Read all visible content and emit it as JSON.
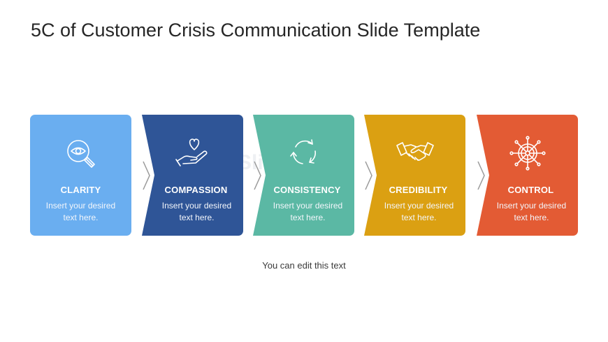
{
  "title": "5C of Customer Crisis Communication Slide Template",
  "watermark": "SlideModel",
  "cards": [
    {
      "label": "CLARITY",
      "desc": "Insert your desired text here.",
      "icon": "magnifier-eye-icon",
      "color": "#6aaef0"
    },
    {
      "label": "COMPASSION",
      "desc": "Insert your desired text here.",
      "icon": "heart-in-hand-icon",
      "color": "#2f5597"
    },
    {
      "label": "CONSISTENCY",
      "desc": "Insert your desired text here.",
      "icon": "refresh-cycle-icon",
      "color": "#5bb8a4"
    },
    {
      "label": "CREDIBILITY",
      "desc": "Insert your desired text here.",
      "icon": "handshake-icon",
      "color": "#dba012"
    },
    {
      "label": "CONTROL",
      "desc": "Insert your desired text here.",
      "icon": "ship-wheel-icon",
      "color": "#e35b34"
    }
  ],
  "footer": "You can edit this text"
}
